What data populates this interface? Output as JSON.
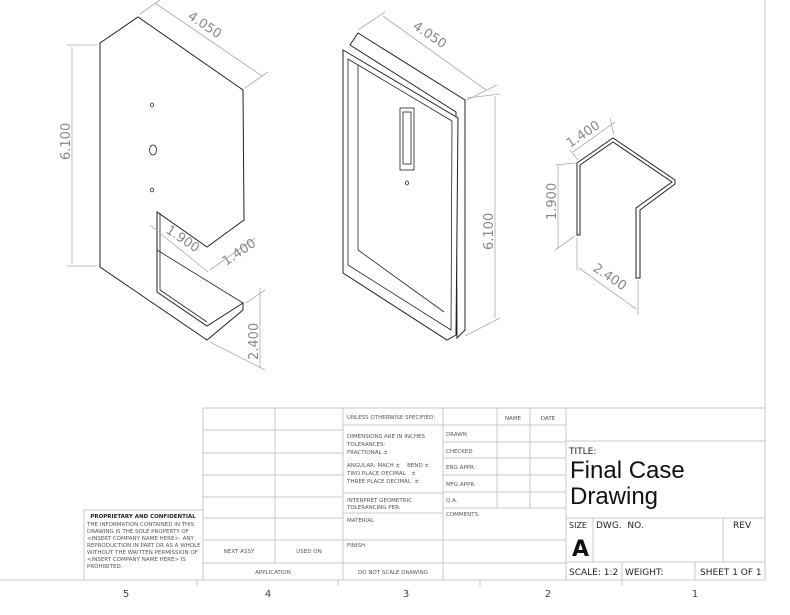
{
  "views": {
    "back_plate": {
      "width": "4.050",
      "height": "6.100",
      "notch_width": "1.900",
      "notch_depth": "1.400",
      "flange": "2.400"
    },
    "case_frame": {
      "width": "4.050",
      "height": "6.100"
    },
    "bracket": {
      "leg_a": "1.400",
      "height": "1.900",
      "leg_b": "2.400"
    }
  },
  "title_block": {
    "unless": "UNLESS OTHERWISE SPECIFIED:",
    "dims_lines": [
      "DIMENSIONS ARE IN INCHES",
      "TOLERANCES:",
      "FRACTIONAL ±",
      "ANGULAR: MACH ±    BEND ±",
      "TWO PLACE DECIMAL   ±",
      "THREE PLACE DECIMAL  ±"
    ],
    "interpret": [
      "INTERPRET GEOMETRIC",
      "TOLERANCING PER:"
    ],
    "material": "MATERIAL",
    "finish": "FINISH",
    "do_not_scale": "DO NOT SCALE DRAWING",
    "next_assy": "NEXT ASSY",
    "used_on": "USED ON",
    "application": "APPLICATION",
    "name": "NAME",
    "date": "DATE",
    "roles": [
      "DRAWN",
      "CHECKED",
      "ENG APPR.",
      "MFG APPR.",
      "Q.A."
    ],
    "comments": "COMMENTS:",
    "title_label": "TITLE:",
    "size_label": "SIZE",
    "size_value": "A",
    "dwg_no_label": "DWG.  NO.",
    "rev_label": "REV",
    "dwg_name": "Final Case Drawing",
    "scale": "SCALE: 1:2",
    "weight": "WEIGHT:",
    "sheet": "SHEET 1 OF 1",
    "proprietary_title": "PROPRIETARY AND CONFIDENTIAL",
    "proprietary_lines": [
      "THE INFORMATION CONTAINED IN THIS",
      "DRAWING IS THE SOLE PROPERTY OF",
      "<INSERT COMPANY NAME HERE>.  ANY",
      "REPRODUCTION IN PART OR AS A WHOLE",
      "WITHOUT THE WRITTEN PERMISSION OF",
      "<INSERT COMPANY NAME HERE> IS",
      "PROHIBITED."
    ]
  },
  "zones": [
    "5",
    "4",
    "3",
    "2",
    "1"
  ]
}
